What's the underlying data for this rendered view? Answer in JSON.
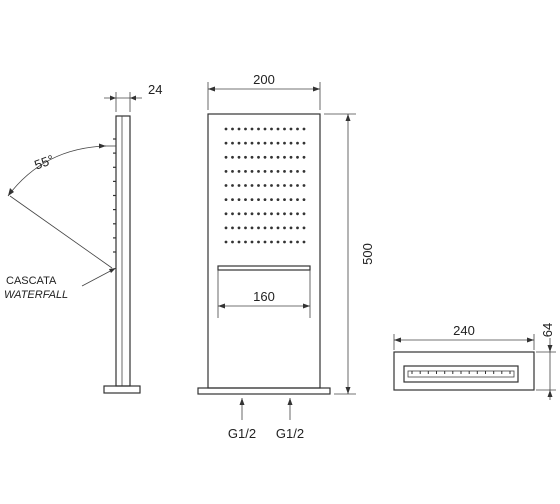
{
  "dimensions": {
    "side_depth": "24",
    "front_width": "200",
    "height": "500",
    "waterfall_width": "160",
    "top_view_width": "240",
    "top_view_depth": "64"
  },
  "angle_label": "55°",
  "waterfall_label": {
    "line1": "CASCATA",
    "line2": "WATERFALL"
  },
  "connections": [
    "G1/2",
    "G1/2"
  ],
  "nozzle_grid": {
    "rows": 9,
    "columns": 13
  }
}
